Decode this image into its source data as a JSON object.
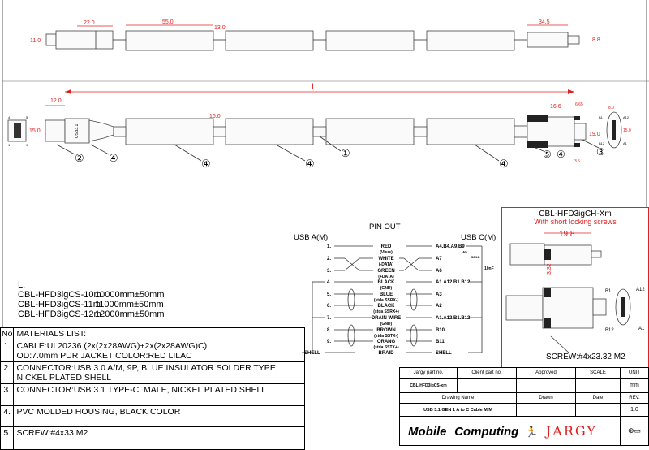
{
  "top_view": {
    "dims": {
      "d1": "22.0",
      "d2": "55.0",
      "d3": "13.0",
      "d4": "34.5",
      "d5": "8.8",
      "d6": "11.0"
    }
  },
  "main_view": {
    "length_label": "L",
    "dims": {
      "a": "12.0",
      "b": "15.0",
      "c": "16.0",
      "d": "16.6",
      "e": "6.65",
      "f": "19.0",
      "g": "3.5",
      "h": "8.0",
      "i": "15.0"
    },
    "callouts": {
      "c1": "①",
      "c2": "②",
      "c3": "③",
      "c4": "④",
      "c5": "⑤"
    },
    "pins": {
      "p1": "1",
      "p5": "5",
      "p4": "4",
      "p9": "9",
      "b1": "B1",
      "a12": "A12",
      "b12": "B12",
      "a1": "A1"
    },
    "marking": "USB3.1"
  },
  "pinout": {
    "title": "PIN OUT",
    "left_header": "USB A(M)",
    "right_header": "USB C(M)",
    "rows": [
      {
        "left": "1.",
        "wire": "RED",
        "sub": "(Vbus)",
        "right": "A4.B4.A9.B9"
      },
      {
        "left": "2.",
        "wire": "WHITE",
        "sub": "(-DATA)",
        "right": "A7"
      },
      {
        "left": "3.",
        "wire": "GREEN",
        "sub": "(+DATA)",
        "right": "A6"
      },
      {
        "left": "4.",
        "wire": "BLACK",
        "sub": "(GND)",
        "right": "A1.A12.B1.B12"
      },
      {
        "left": "5.",
        "wire": "BLUE",
        "sub": "(stda SSRX-)",
        "right": "A3"
      },
      {
        "left": "6.",
        "wire": "BLACK",
        "sub": "(stda SSRX+)",
        "right": "A2"
      },
      {
        "left": "7.",
        "wire": "DRAIN WIRE",
        "sub": "(GND)",
        "right": "A1.A12.B1.B12"
      },
      {
        "left": "8.",
        "wire": "BROWN",
        "sub": "(stda SSTX-)",
        "right": "B10"
      },
      {
        "left": "9.",
        "wire": "ORANG",
        "sub": "(stda SSTX+)",
        "right": "B11"
      },
      {
        "left": "SHELL",
        "wire": "BRAID",
        "sub": "",
        "right": "SHELL"
      }
    ],
    "resistor": "56KΩ",
    "resistor_pin": "A5",
    "capacitor": "10nF"
  },
  "short_screw_variant": {
    "title": "CBL-HFD3igCH-Xm",
    "subtitle": "With short locking screws",
    "dim_len": "19.8",
    "dim_h": "3.32",
    "pins": {
      "b1": "B1",
      "a12": "A12",
      "b12": "B12",
      "a1": "A1"
    },
    "screw_note": "SCREW:#4x23.32 M2"
  },
  "lengths": {
    "label": "L:",
    "items": [
      {
        "part": "CBL-HFD3igCS-10m",
        "length": "10000mm±50mm"
      },
      {
        "part": "CBL-HFD3igCS-11m",
        "length": "11000mm±50mm"
      },
      {
        "part": "CBL-HFD3igCS-12m",
        "length": "12000mm±50mm"
      }
    ]
  },
  "materials": {
    "no_header": "No",
    "header": "MATERIALS LIST:",
    "items": [
      {
        "no": "1.",
        "line1": "CABLE:UL20236 (2x(2x28AWG)+2x(2x28AWG)C)",
        "line2": "OD:7.0mm  PUR JACKET COLOR:RED LILAC"
      },
      {
        "no": "2.",
        "line1": "CONNECTOR:USB 3.0 A/M, 9P, BLUE INSULATOR SOLDER TYPE,",
        "line2": "NICKEL PLATED SHELL"
      },
      {
        "no": "3.",
        "line1": "CONNECTOR:USB 3.1 TYPE-C, MALE, NICKEL PLATED SHELL",
        "line2": ""
      },
      {
        "no": "4.",
        "line1": "PVC MOLDED HOUSING, BLACK COLOR",
        "line2": ""
      },
      {
        "no": "5.",
        "line1": "SCREW:#4x33 M2",
        "line2": ""
      }
    ]
  },
  "title_block": {
    "h_jargy_part": "Jargy part no.",
    "h_client_part": "Client part no.",
    "h_approved": "Approved",
    "h_scale": "SCALE",
    "h_unit": "UNIT",
    "jargy_part": "CBL-HFD3igCS-xm",
    "unit": "mm",
    "h_drawing_name": "Drawing Name",
    "h_drawn": "Drawn",
    "h_date": "Date",
    "h_rev": "REV.",
    "drawing_name": "USB 3.1 GEN 1 A to C Cable M/M",
    "rev": "1.0",
    "logo1": "Mobile",
    "logo2": "Computing",
    "logo3": "JARGY"
  },
  "colors": {
    "dimension": "#e02020",
    "line": "#333333"
  }
}
